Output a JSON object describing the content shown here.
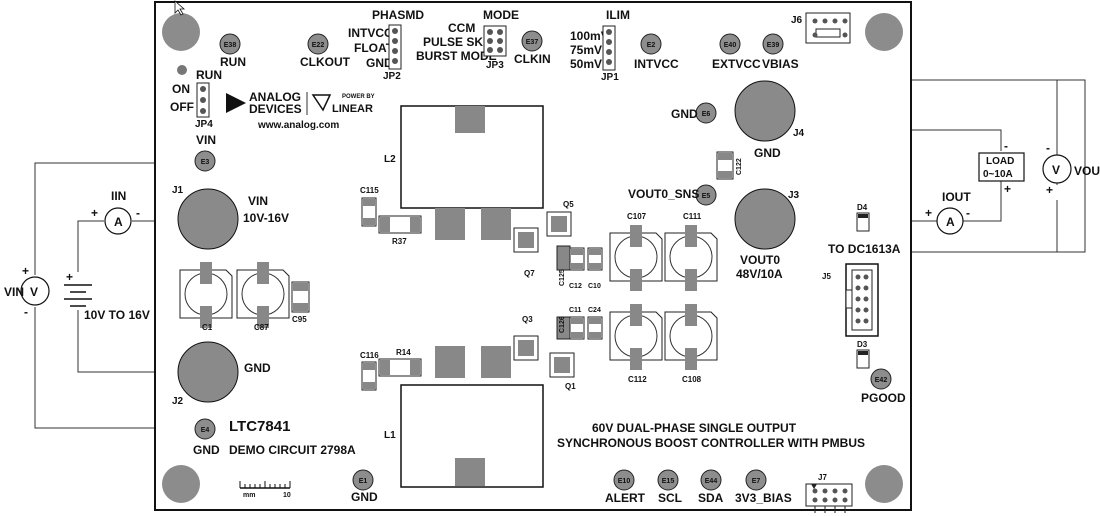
{
  "board": {
    "part_number": "LTC7841",
    "demo_circuit": "DEMO CIRCUIT 2798A",
    "description_line1": "60V DUAL-PHASE SINGLE OUTPUT",
    "description_line2": "SYNCHRONOUS BOOST CONTROLLER WITH PMBUS",
    "website": "www.analog.com",
    "logo_line1": "ANALOG",
    "logo_line2": "DEVICES",
    "logo_power_by": "POWER BY",
    "logo_linear": "LINEAR",
    "scale_text": "mm",
    "scale_value": "10"
  },
  "turrets": [
    {
      "id": "E38",
      "label": "RUN"
    },
    {
      "id": "E22",
      "label": "CLKOUT"
    },
    {
      "id": "E37",
      "label": "CLKIN"
    },
    {
      "id": "E2",
      "label": "INTVCC"
    },
    {
      "id": "E40",
      "label": "EXTVCC"
    },
    {
      "id": "E39",
      "label": "VBIAS"
    },
    {
      "id": "E3",
      "label": "VIN"
    },
    {
      "id": "E6",
      "label": "GND"
    },
    {
      "id": "E5",
      "label": "VOUT0_SNS"
    },
    {
      "id": "E4",
      "label": "GND"
    },
    {
      "id": "E1",
      "label": "GND"
    },
    {
      "id": "E10",
      "label": "ALERT"
    },
    {
      "id": "E15",
      "label": "SCL"
    },
    {
      "id": "E44",
      "label": "SDA"
    },
    {
      "id": "E7",
      "label": "3V3_BIAS"
    },
    {
      "id": "E42",
      "label": "PGOOD"
    }
  ],
  "jumpers": {
    "jp2": {
      "title": "PHASMD",
      "opt1": "INTVCC",
      "opt2": "FLOAT",
      "opt3": "GND",
      "ref": "JP2"
    },
    "jp3": {
      "title": "MODE",
      "opt1": "CCM",
      "opt2": "PULSE SKIP",
      "opt3": "BURST MODE",
      "ref": "JP3"
    },
    "jp1": {
      "title": "ILIM",
      "opt1": "100mV",
      "opt2": "75mV",
      "opt3": "50mV",
      "ref": "JP1"
    },
    "jp4": {
      "title": "RUN",
      "opt1": "ON",
      "opt2": "OFF",
      "ref": "JP4"
    }
  },
  "jacks": {
    "j1": {
      "ref": "J1",
      "label1": "VIN",
      "label2": "10V-16V"
    },
    "j2": {
      "ref": "J2",
      "label": "GND"
    },
    "j3": {
      "ref": "J3",
      "label1": "VOUT0",
      "label2": "48V/10A"
    },
    "j4": {
      "ref": "J4",
      "label": "GND"
    }
  },
  "connectors": {
    "j5": "J5",
    "j6": "J6",
    "j7": "J7",
    "dc1613a": "TO DC1613A"
  },
  "components": {
    "l1": "L1",
    "l2": "L2",
    "c1": "C1",
    "c87": "C87",
    "c95": "C95",
    "c115": "C115",
    "c116": "C116",
    "r37": "R37",
    "r14": "R14",
    "q5": "Q5",
    "q7": "Q7",
    "q3": "Q3",
    "q1": "Q1",
    "c107": "C107",
    "c111": "C111",
    "c112": "C112",
    "c108": "C108",
    "c125": "C125",
    "c12": "C12",
    "c10": "C10",
    "c126": "C126",
    "c11": "C11",
    "c24": "C24",
    "c122": "C122",
    "d4": "D4",
    "d3": "D3"
  },
  "external": {
    "ammeter_in": "IIN",
    "ammeter_out": "IOUT",
    "ammeter_symbol": "A",
    "voltmeter_symbol": "V",
    "vin_meter": "VIN",
    "vout_meter": "VOUT",
    "battery_label": "10V TO 16V",
    "load_line1": "LOAD",
    "load_line2": "0~10A",
    "plus": "+",
    "minus": "-"
  }
}
